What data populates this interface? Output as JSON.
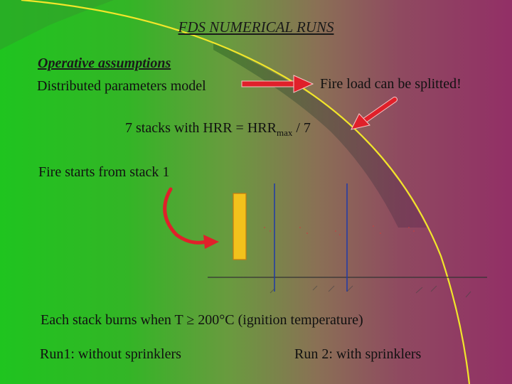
{
  "slide": {
    "title": "FDS NUMERICAL RUNS",
    "subtitle": "Operative assumptions",
    "model_text": "Distributed parameters model",
    "fire_load_text": "Fire load can be splitted!",
    "stacks_prefix": "7 stacks with HRR = HRR",
    "stacks_sub": "max",
    "stacks_suffix": " / 7",
    "fire_start_text": "Fire starts from stack 1",
    "ignition_text": "Each stack burns when T ≥ 200°C (ignition temperature)",
    "run1_text": "Run1: without sprinklers",
    "run2_text": "Run 2: with sprinklers"
  },
  "colors": {
    "left_background": "#1fc41f",
    "right_background": "#922f66",
    "curve": "#f2e62a",
    "arrow": "#e0202a",
    "stack_fill": "#f2c21c",
    "stack_outline": "#c47a10",
    "divider_line": "#1f3aa8"
  },
  "icons": [
    "right-arrow-icon",
    "diagonal-arrow-icon",
    "curved-arrow-icon"
  ]
}
